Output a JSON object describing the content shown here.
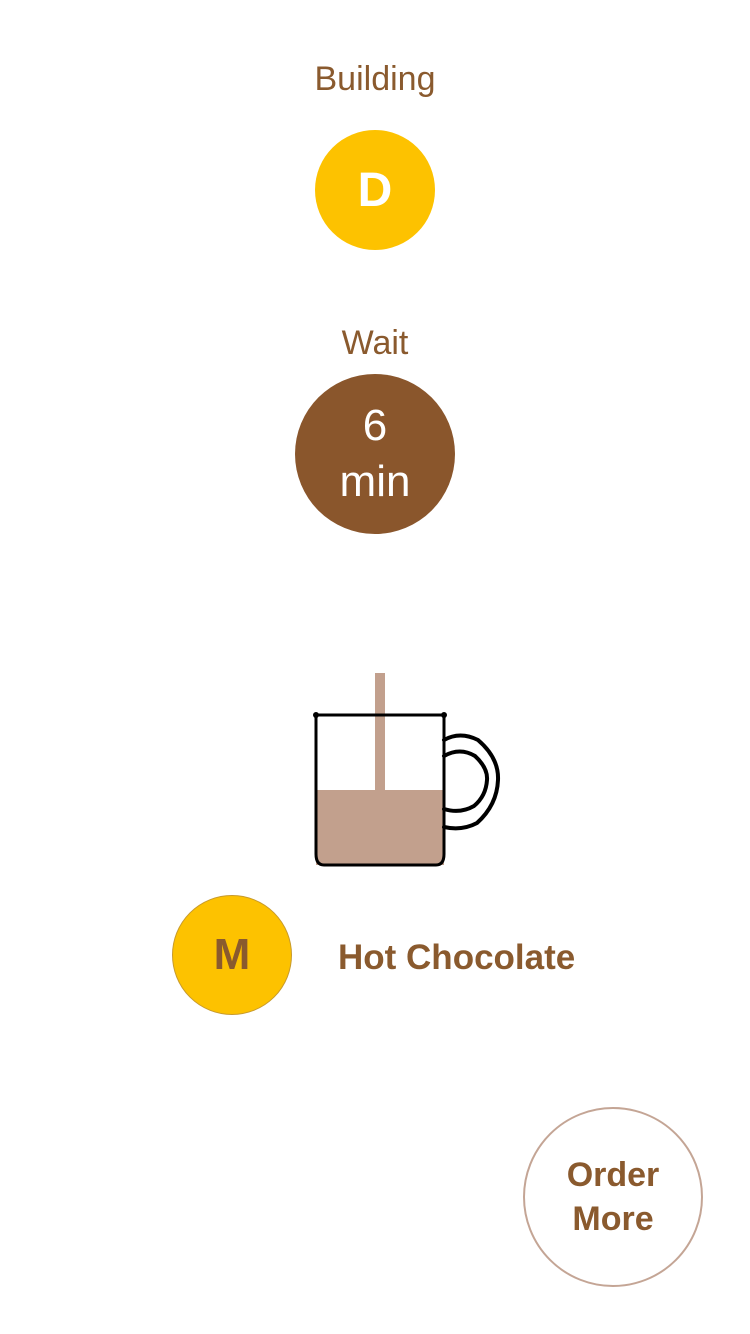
{
  "building": {
    "label": "Building",
    "value": "D"
  },
  "wait": {
    "label": "Wait",
    "value": "6",
    "unit": "min"
  },
  "cup": {
    "icon": "mug-icon",
    "fill_level": 0.5,
    "liquid_color": "#c2a08d",
    "outline_color": "#000000"
  },
  "order": {
    "size": "M",
    "drink": "Hot Chocolate"
  },
  "order_more": {
    "line1": "Order",
    "line2": "More"
  },
  "colors": {
    "brand_brown": "#8a562c",
    "accent_yellow": "#fdc200",
    "label_brown": "#8a5a2e"
  }
}
